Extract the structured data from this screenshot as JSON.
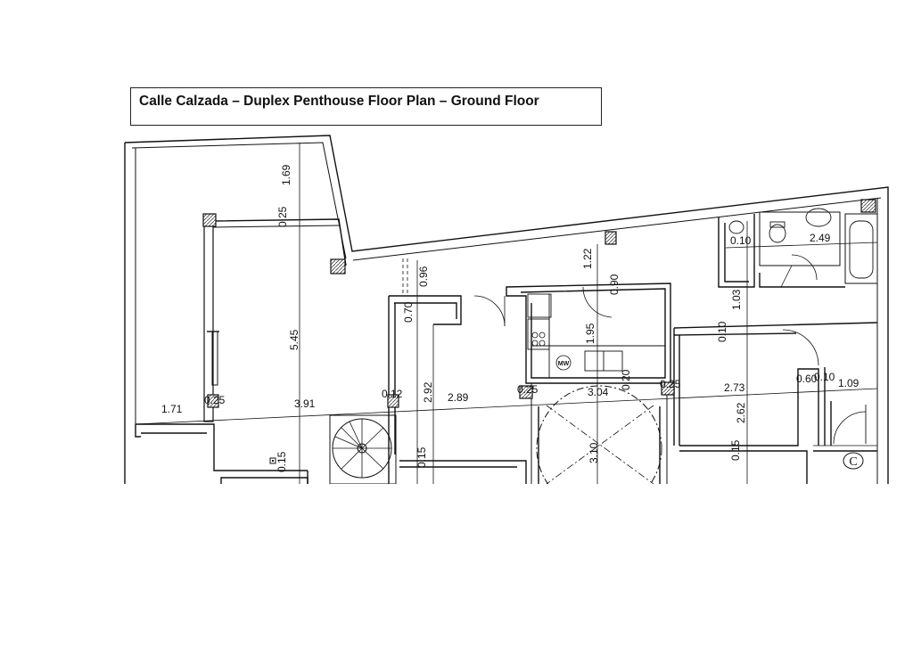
{
  "title": "Calle Calzada – Duplex Penthouse Floor Plan – Ground Floor",
  "dimensions": {
    "d_169": "1.69",
    "d_025_top": "0.25",
    "d_096": "0.96",
    "d_122": "1.22",
    "d_090": "0.90",
    "d_249": "2.49",
    "d_010_top": "0.10",
    "d_103": "1.03",
    "d_070": "0.70",
    "d_545": "5.45",
    "d_195": "1.95",
    "d_010_mid": "0.10",
    "d_171": "1.71",
    "d_025_left": "0.25",
    "d_391": "3.91",
    "d_012": "0.12",
    "d_292": "2.92",
    "d_289": "2.89",
    "d_025_mid": "0.25",
    "d_304": "3.04",
    "d_020": "0.20",
    "d_025_right": "0.25",
    "d_273": "2.73",
    "d_060": "0.60",
    "d_010_r": "0.10",
    "d_109": "1.09",
    "d_262": "2.62",
    "d_015_a": "0.15",
    "d_015_b": "0.15",
    "d_310": "3.10",
    "d_015_c": "0.15"
  },
  "labels": {
    "microwave": "MW",
    "section_marker": "C"
  }
}
